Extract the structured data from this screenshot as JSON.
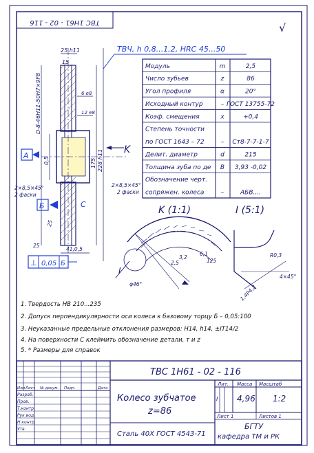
{
  "stamp_rotated": "ТВС 1Н61 - 02 - 116",
  "roughness_corner": "√",
  "heat_treatment": "ТВЧ, h 0,8...1,2, HRC 45...50",
  "params": [
    {
      "name": "Модуль",
      "sym": "m",
      "val": "2,5"
    },
    {
      "name": "Число зубьев",
      "sym": "z",
      "val": "86"
    },
    {
      "name": "Угол профиля",
      "sym": "α",
      "val": "20°"
    },
    {
      "name": "Исходный контур",
      "sym": "–",
      "val": "ГОСТ 13755-72"
    },
    {
      "name": "Коэф. смещения",
      "sym": "x",
      "val": "+0,4"
    },
    {
      "name": "Степень точности",
      "sym": "",
      "val": ""
    },
    {
      "name": "по ГОСТ 1643 – 72",
      "sym": "–",
      "val": "Ст8-7-7-1-7"
    },
    {
      "name": "Делит. диаметр",
      "sym": "d",
      "val": "215"
    },
    {
      "name": "Толщина зуба по де",
      "sym": "B",
      "val": "3,93 -0,02"
    },
    {
      "name": "Обозначение черт.",
      "sym": "",
      "val": ""
    },
    {
      "name": "сопряжен. колеса",
      "sym": "–",
      "val": "АБВ...."
    }
  ],
  "dims": {
    "d1": "25 h11",
    "d2": "15",
    "d3": "6 e8",
    "d4": "12 e8",
    "bore": "0,5",
    "hub_d": "175",
    "outer_d": "228 h11",
    "chamfer_l": "2×8,5×45°",
    "chamfer_l2": "2 фаски",
    "chamfer_r": "2×8,5×45°",
    "chamfer_r2": "2 фаски",
    "w1": "41,0,5",
    "w2": "25",
    "w3": "25",
    "spline": "D-8-46H11-50H7×9F8"
  },
  "datums": {
    "a": "A",
    "b": "Б",
    "c": "C"
  },
  "tolerance_frame": {
    "sym": "⊥",
    "value": "0,05",
    "datum": "Б"
  },
  "view_k_title": "K (1:1)",
  "view_i_title": "I (5:1)",
  "view_k_dims": [
    "2,5",
    "3,2",
    "6,1",
    "125",
    "φ46°"
  ],
  "view_i_dims": [
    "R0,3",
    "4×45°",
    "1,4Р4,2"
  ],
  "arrow_k": "K",
  "callout_i": "I",
  "notes": [
    "1. Твердость НВ 210...235",
    "2. Допуск перпендикулярности оси колеса к базовому торцу Б – 0,05:100",
    "3. Неуказанные предельные отклонения размеров: Н14, h14, ±IT14/2",
    "4. На поверхности С клеймить обозначение детали, т и z",
    "5. * Размеры для справок"
  ],
  "title_block": {
    "designation": "ТВС 1Н61 - 02 - 116",
    "name1": "Колесо зубчатое",
    "name2": "z=86",
    "material": "Сталь 40Х ГОСТ 4543-71",
    "org1": "БГТУ",
    "org2": "кафедра ТМ и РК",
    "lit_h": "Лит.",
    "mass_h": "Масса",
    "scale_h": "Масштаб",
    "mass": "4,96",
    "scale": "1:2",
    "sheet": "Лист 1",
    "sheets": "Листов 1",
    "rows": [
      "Изм.",
      "Лист",
      "№ докум.",
      "Подп.",
      "Дата"
    ],
    "roles": [
      "Разраб.",
      "Пров.",
      "Т.контр.",
      "Рук.вод.",
      "Н.контр.",
      "Утв."
    ]
  }
}
